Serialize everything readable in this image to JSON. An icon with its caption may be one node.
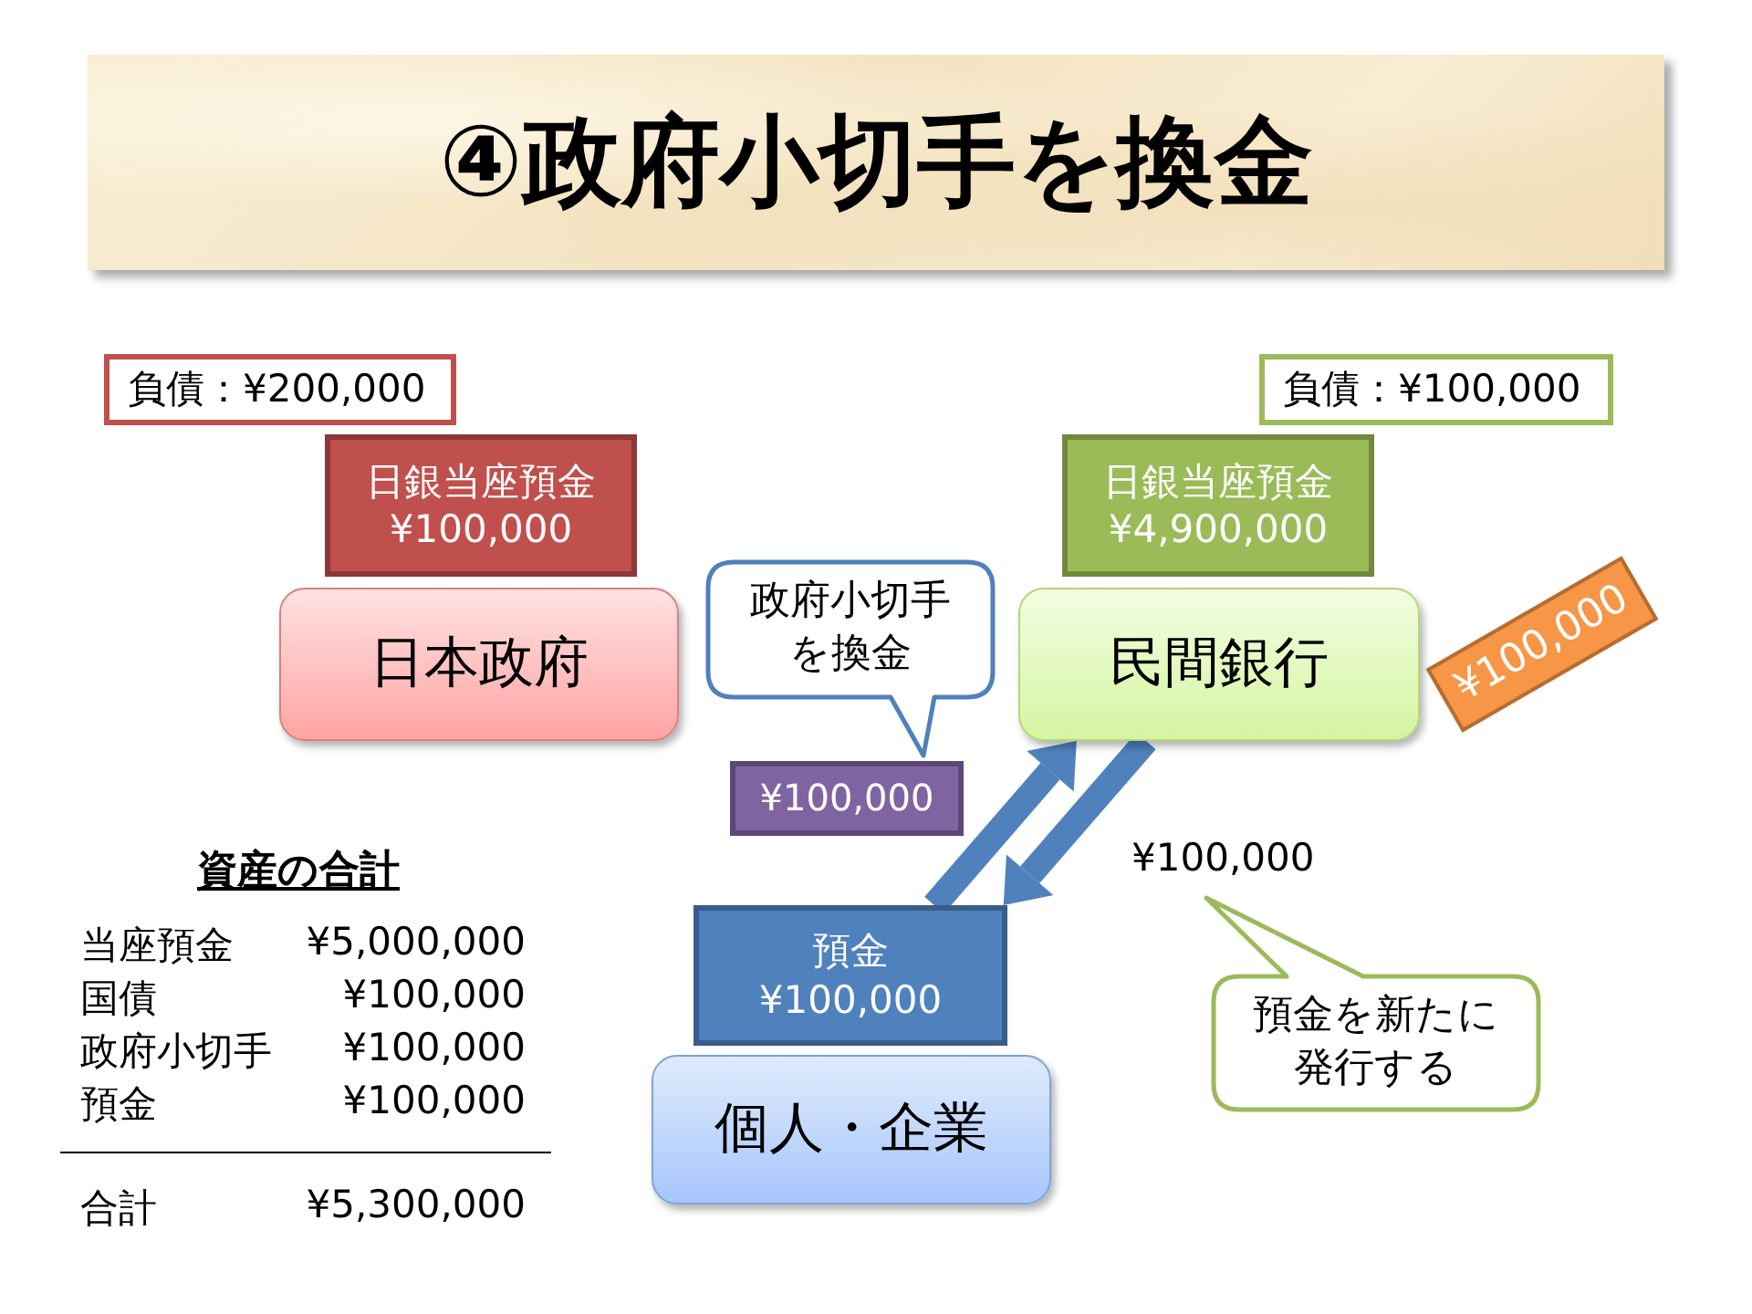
{
  "diagram": {
    "title": "④政府小切手を換金",
    "nodes": [
      {
        "text": [
          "負債：¥200,000"
        ]
      },
      {
        "text": [
          "負債：¥100,000"
        ]
      },
      {
        "text": [
          "日銀当座預金",
          "¥100,000"
        ]
      },
      {
        "text": [
          "日銀当座預金",
          "¥4,900,000"
        ]
      },
      {
        "text": [
          "政府小切手を換金"
        ]
      },
      {
        "text": [
          "日本政府"
        ]
      },
      {
        "text": [
          "民間銀行"
        ]
      },
      {
        "text": [
          "¥100,000"
        ]
      },
      {
        "text": [
          "¥100,000"
        ]
      },
      {
        "text": [
          "預金",
          "¥100,000"
        ]
      },
      {
        "text": [
          "預金を新たに発行する"
        ]
      },
      {
        "text": [
          "個人・企業"
        ]
      }
    ],
    "edges": [
      {
        "from": 9,
        "to": 6,
        "arrow": "to"
      },
      {
        "from": 6,
        "to": 9,
        "arrow": "to",
        "label": "¥100,000"
      }
    ],
    "labels": [
      "資産の合計",
      "当座預金",
      "¥5,000,000",
      "国債",
      "¥100,000",
      "政府小切手",
      "¥100,000",
      "預金",
      "¥100,000",
      "合計",
      "¥5,300,000"
    ]
  }
}
